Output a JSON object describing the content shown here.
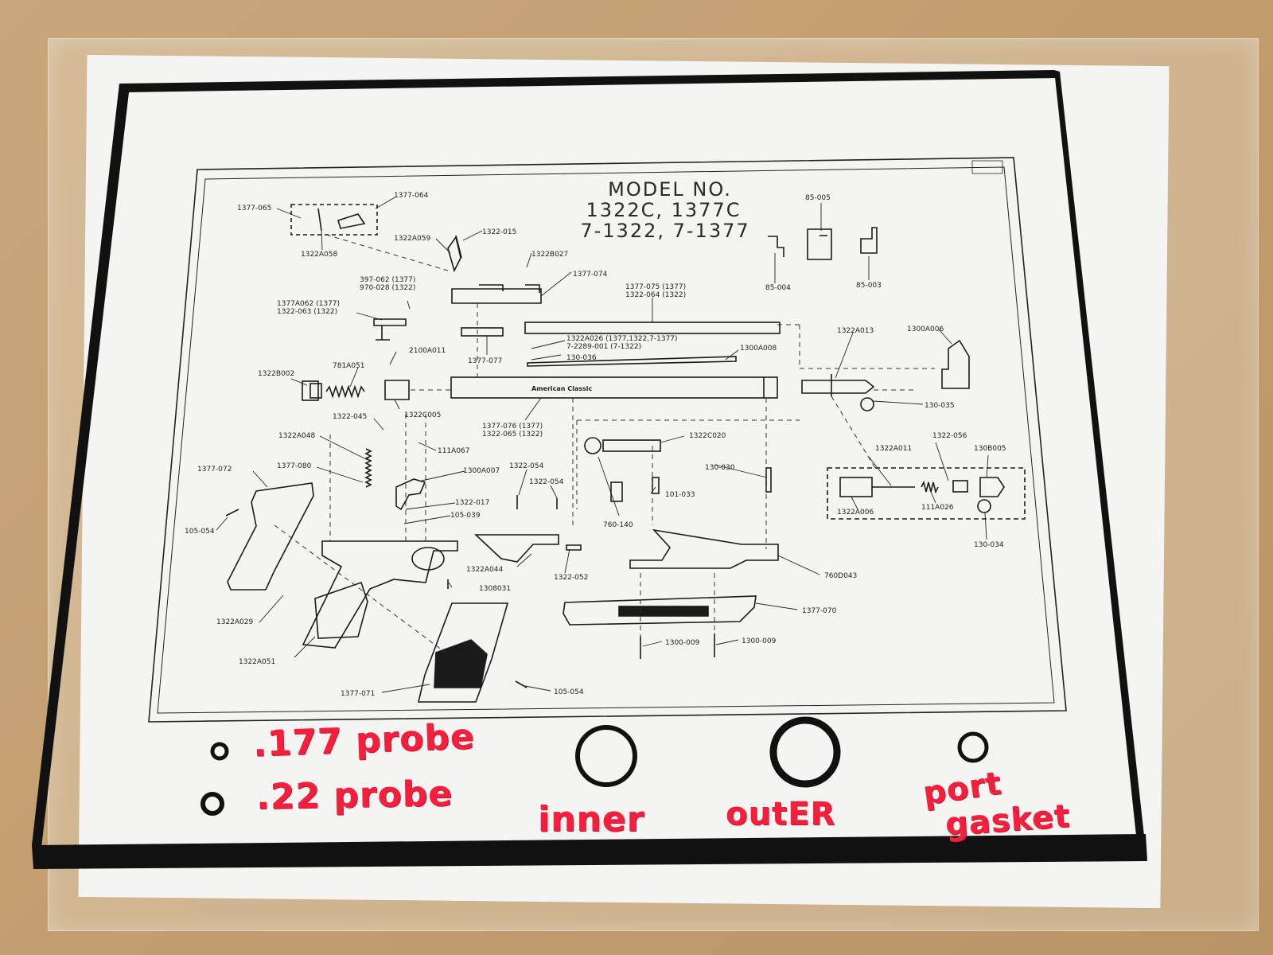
{
  "diagram": {
    "title_lines": [
      "MODEL NO.",
      "1322C, 1377C",
      "7-1322, 7-1377"
    ],
    "brand_label": "American Classic",
    "part_labels": {
      "p1377_065": "1377-065",
      "p1377_064": "1377-064",
      "p1322A058": "1322A058",
      "p1322A059": "1322A059",
      "p1322_015": "1322-015",
      "p1322B027": "1322B027",
      "p1377_074": "1377-074",
      "p397_062": "397-062 (1377)",
      "p970_028": "970-028 (1322)",
      "p1377A062": "1377A062 (1377)",
      "p1322_063": "1322-063 (1322)",
      "p1377_077": "1377-077",
      "p2100A011": "2100A011",
      "p1322B002": "1322B002",
      "p781A051": "781A051",
      "p1322C005": "1322C005",
      "p1377_075": "1377-075 (1377)",
      "p1322_064": "1322-064 (1322)",
      "p1322A026": "1322A026 (1377,1322,7-1377)",
      "p7_2289": "7-2289-001 (7-1322)",
      "p130_036": "130-036",
      "p1300A008": "1300A008",
      "p1377_076": "1377-076 (1377)",
      "p1322_065": "1322-065 (1322)",
      "p85_005": "85-005",
      "p85_004": "85-004",
      "p85_003": "85-003",
      "p1322A013": "1322A013",
      "p1300A006": "1300A006",
      "p130_035": "130-035",
      "p1322A048": "1322A048",
      "p1322_045": "1322-045",
      "p111A067": "111A067",
      "p1377_072": "1377-072",
      "p1377_080": "1377-080",
      "p1300A007": "1300A007",
      "p1322_054a": "1322-054",
      "p1322_054b": "1322-054",
      "p1322_017": "1322-017",
      "p105_039": "105-039",
      "p105_054a": "105-054",
      "p1322C020": "1322C020",
      "p760_140": "760-140",
      "p101_033": "101-033",
      "p130_030": "130-030",
      "p1322A011": "1322A011",
      "p1322_056": "1322-056",
      "p130B005": "130B005",
      "p1322A006": "1322A006",
      "p111A026": "111A026",
      "p130_034": "130-034",
      "p1322A044": "1322A044",
      "p1322_052": "1322-052",
      "p1308031": "1308031",
      "p760D043": "760D043",
      "p1322A029": "1322A029",
      "p1322A051": "1322A051",
      "p1377_070": "1377-070",
      "p1300_009a": "1300-009",
      "p1300_009b": "1300-009",
      "p1377_071": "1377-071",
      "p105_054b": "105-054"
    }
  },
  "handwritten_labels": {
    "probe_177": ".177 probe",
    "probe_22": ".22 probe",
    "inner": "inner",
    "outer": "outER",
    "port_line1": "port",
    "port_line2": "gasket"
  },
  "colors": {
    "ink": "#1a1a1a",
    "marker_red": "#f2203c",
    "oring": "#111111"
  }
}
